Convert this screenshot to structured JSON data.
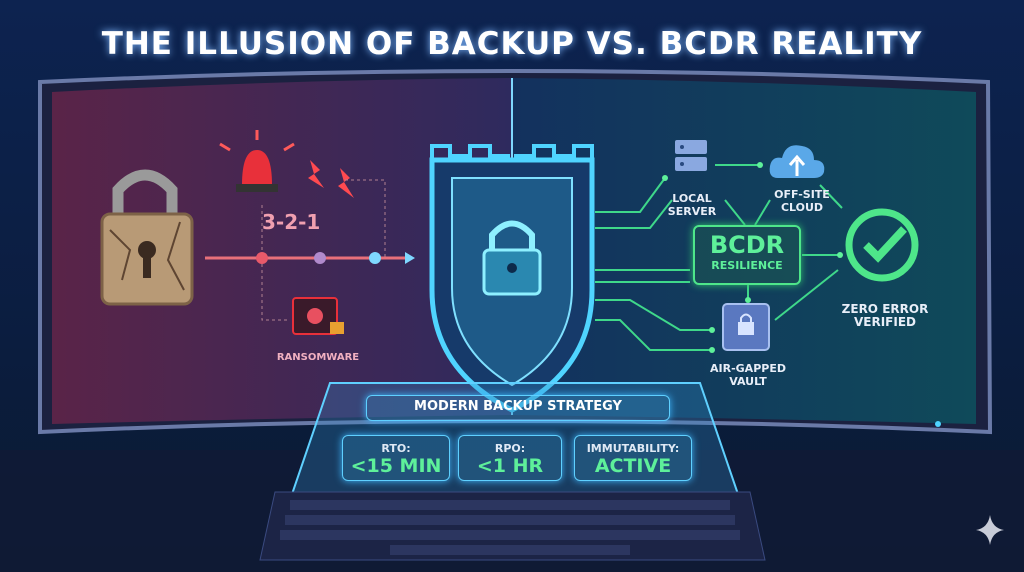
{
  "title": "THE ILLUSION OF BACKUP VS. BCDR REALITY",
  "left": {
    "rule": "3-2-1",
    "threat": "RANSOMWARE"
  },
  "right": {
    "center": {
      "title": "BCDR",
      "subtitle": "RESILIENCE"
    },
    "nodes": {
      "local_server": "LOCAL SERVER",
      "cloud": "OFF-SITE CLOUD",
      "vault": "AIR-GAPPED VAULT",
      "verified": "ZERO ERROR VERIFIED"
    }
  },
  "panel": {
    "header": "MODERN BACKUP STRATEGY",
    "metrics": [
      {
        "label": "RTO:",
        "value": "<15 MIN"
      },
      {
        "label": "RPO:",
        "value": "<1 HR"
      },
      {
        "label": "IMMUTABILITY:",
        "value": "ACTIVE"
      }
    ]
  },
  "colors": {
    "left_bg": "#4a2346",
    "right_bg": "#0f2d55",
    "accent_green": "#4ee68a",
    "accent_cyan": "#4fd4ff",
    "alert_red": "#e8303a"
  }
}
